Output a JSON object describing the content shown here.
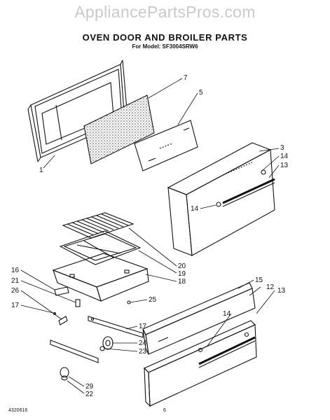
{
  "watermark": "AppliancePartsPros.com",
  "title": "OVEN DOOR AND BROILER PARTS",
  "subtitle": "For Model: SF3004SRW6",
  "footer": {
    "left": "4320616",
    "page": "6"
  },
  "callouts": {
    "1": "1",
    "3": "3",
    "5": "5",
    "7": "7",
    "12": "12",
    "13a": "13",
    "13b": "13",
    "14a": "14",
    "14b": "14",
    "14c": "14",
    "15": "15",
    "16": "16",
    "17a": "17",
    "17b": "17",
    "18": "18",
    "19": "19",
    "20": "20",
    "21": "21",
    "22": "22",
    "23": "23",
    "24": "24",
    "25": "25",
    "26": "26",
    "29": "29"
  }
}
